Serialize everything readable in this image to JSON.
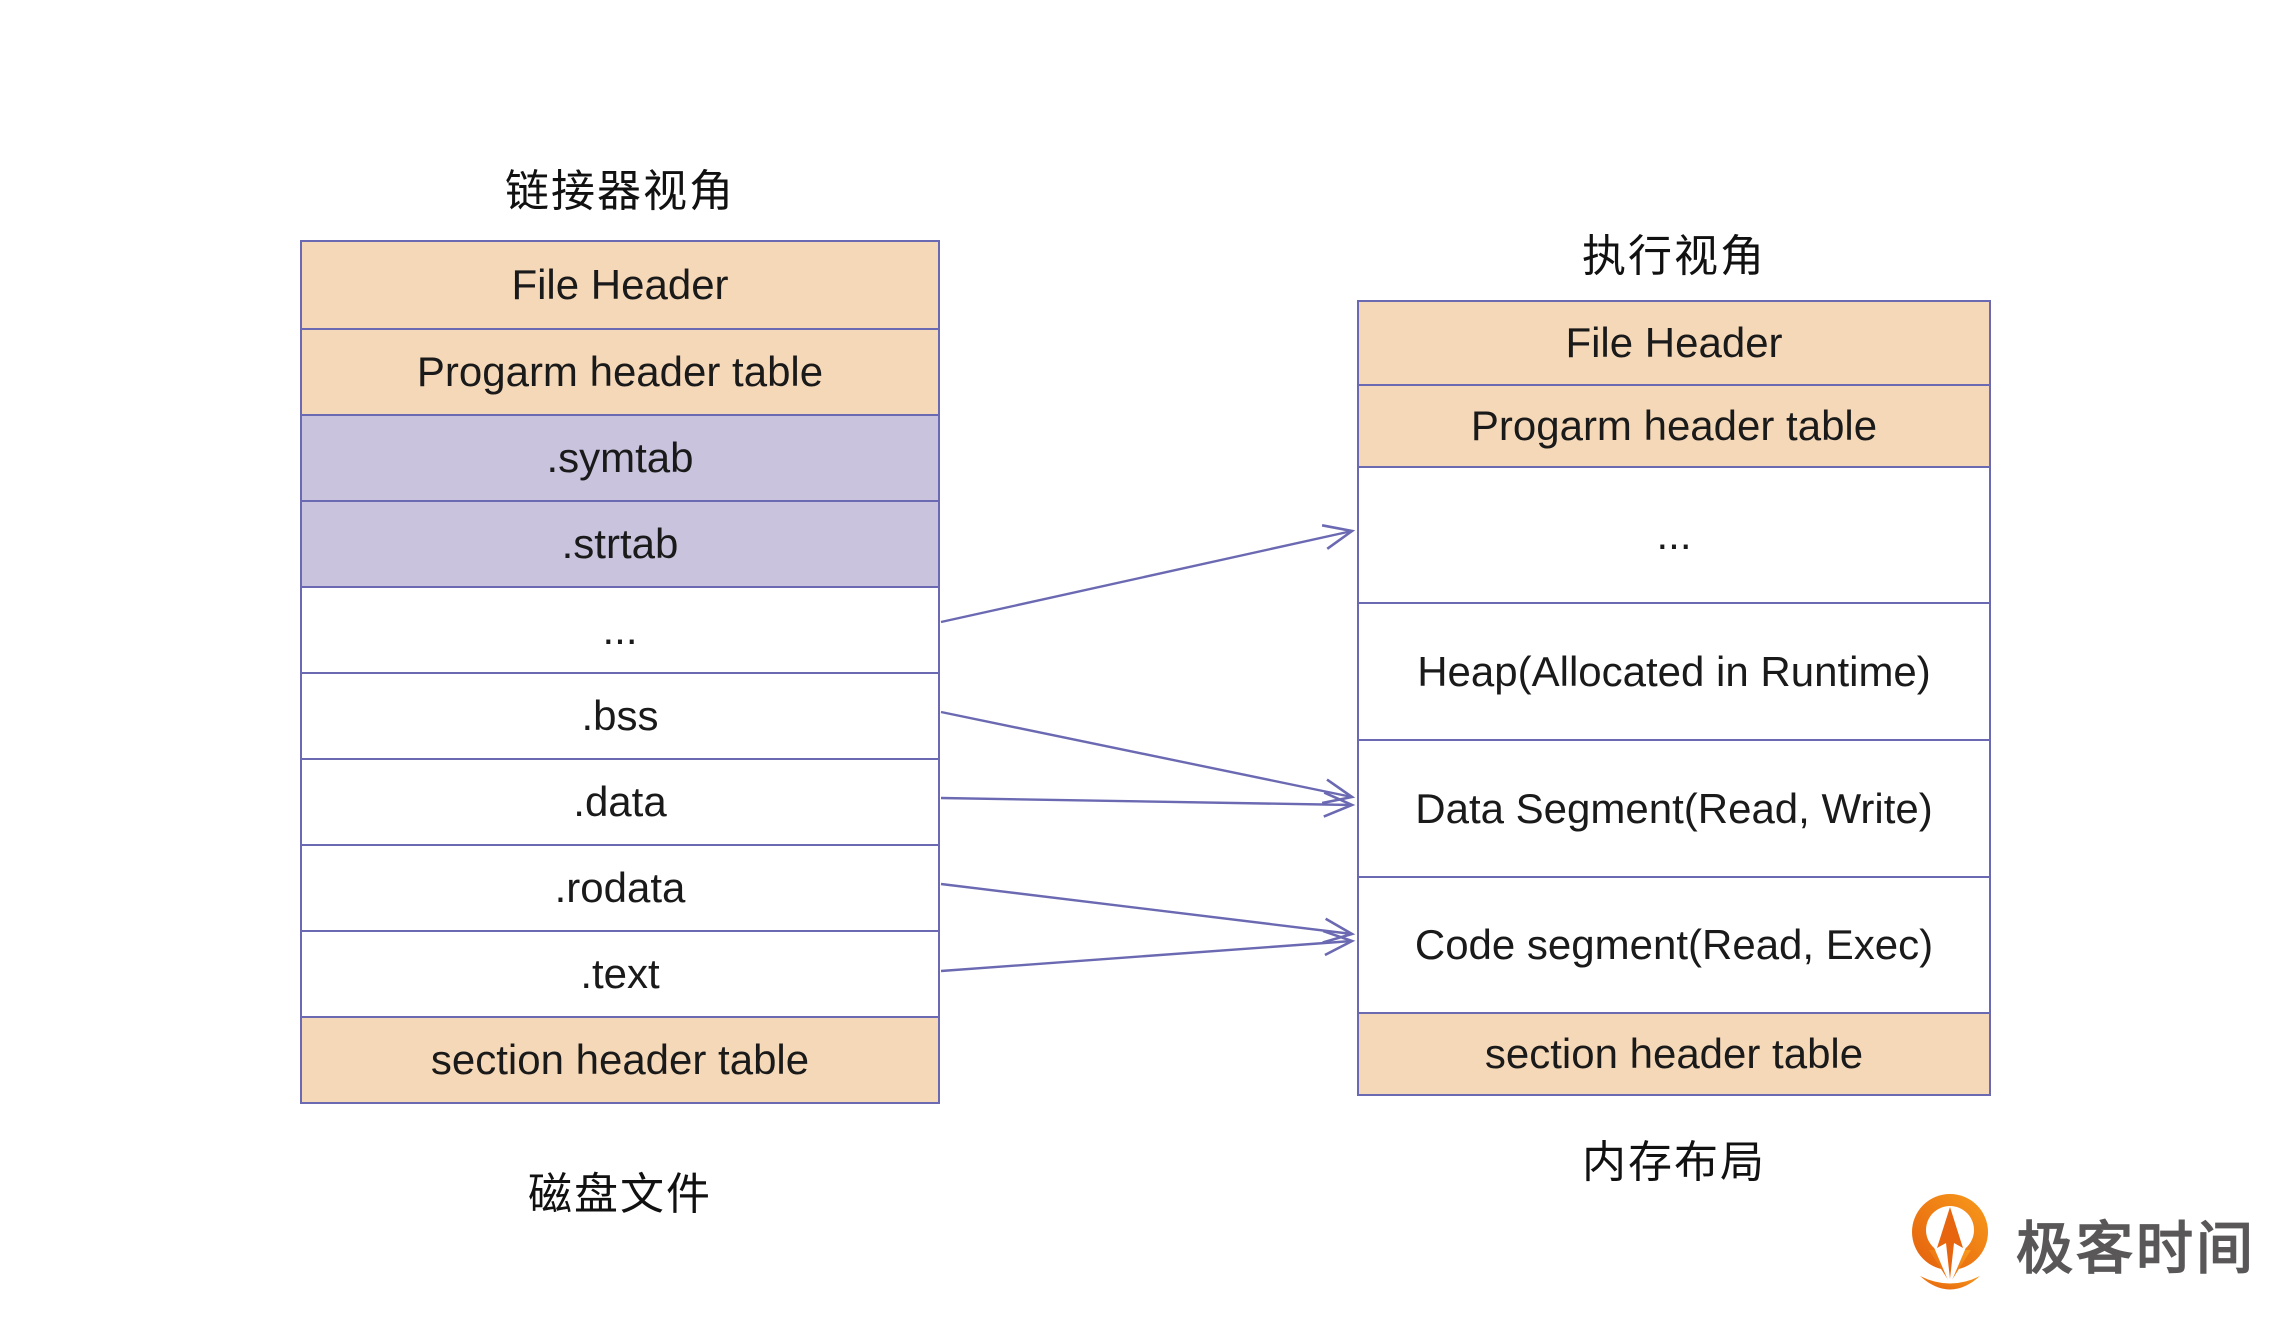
{
  "left_column": {
    "title": "链接器视角",
    "caption": "磁盘文件",
    "rows": [
      {
        "label": "File Header",
        "fill": "peach"
      },
      {
        "label": "Progarm header table",
        "fill": "peach"
      },
      {
        "label": ".symtab",
        "fill": "lavender"
      },
      {
        "label": ".strtab",
        "fill": "lavender"
      },
      {
        "label": "...",
        "fill": "white"
      },
      {
        "label": ".bss",
        "fill": "white"
      },
      {
        "label": ".data",
        "fill": "white"
      },
      {
        "label": ".rodata",
        "fill": "white"
      },
      {
        "label": ".text",
        "fill": "white"
      },
      {
        "label": "section header table",
        "fill": "peach"
      }
    ]
  },
  "right_column": {
    "title": "执行视角",
    "caption": "内存布局",
    "rows": [
      {
        "label": "File Header",
        "fill": "peach"
      },
      {
        "label": "Progarm header table",
        "fill": "peach"
      },
      {
        "label": "...",
        "fill": "white"
      },
      {
        "label": "Heap(Allocated in Runtime)",
        "fill": "white"
      },
      {
        "label": "Data Segment(Read, Write)",
        "fill": "white"
      },
      {
        "label": "Code segment(Read, Exec)",
        "fill": "white"
      },
      {
        "label": "section header table",
        "fill": "peach"
      }
    ]
  },
  "arrows": [
    {
      "from": "...",
      "to": "..."
    },
    {
      "from": ".bss",
      "to": "Data Segment(Read, Write)"
    },
    {
      "from": ".data",
      "to": "Data Segment(Read, Write)"
    },
    {
      "from": ".rodata",
      "to": "Code segment(Read, Exec)"
    },
    {
      "from": ".text",
      "to": "Code segment(Read, Exec)"
    }
  ],
  "colors": {
    "peach_fill": "#f5d8b8",
    "lavender_fill": "#c9c3de",
    "line_purple": "#6b69b2",
    "logo_orange": "#f0801a",
    "logo_text_gray": "#595757"
  },
  "branding": {
    "logo_text": "极客时间"
  }
}
